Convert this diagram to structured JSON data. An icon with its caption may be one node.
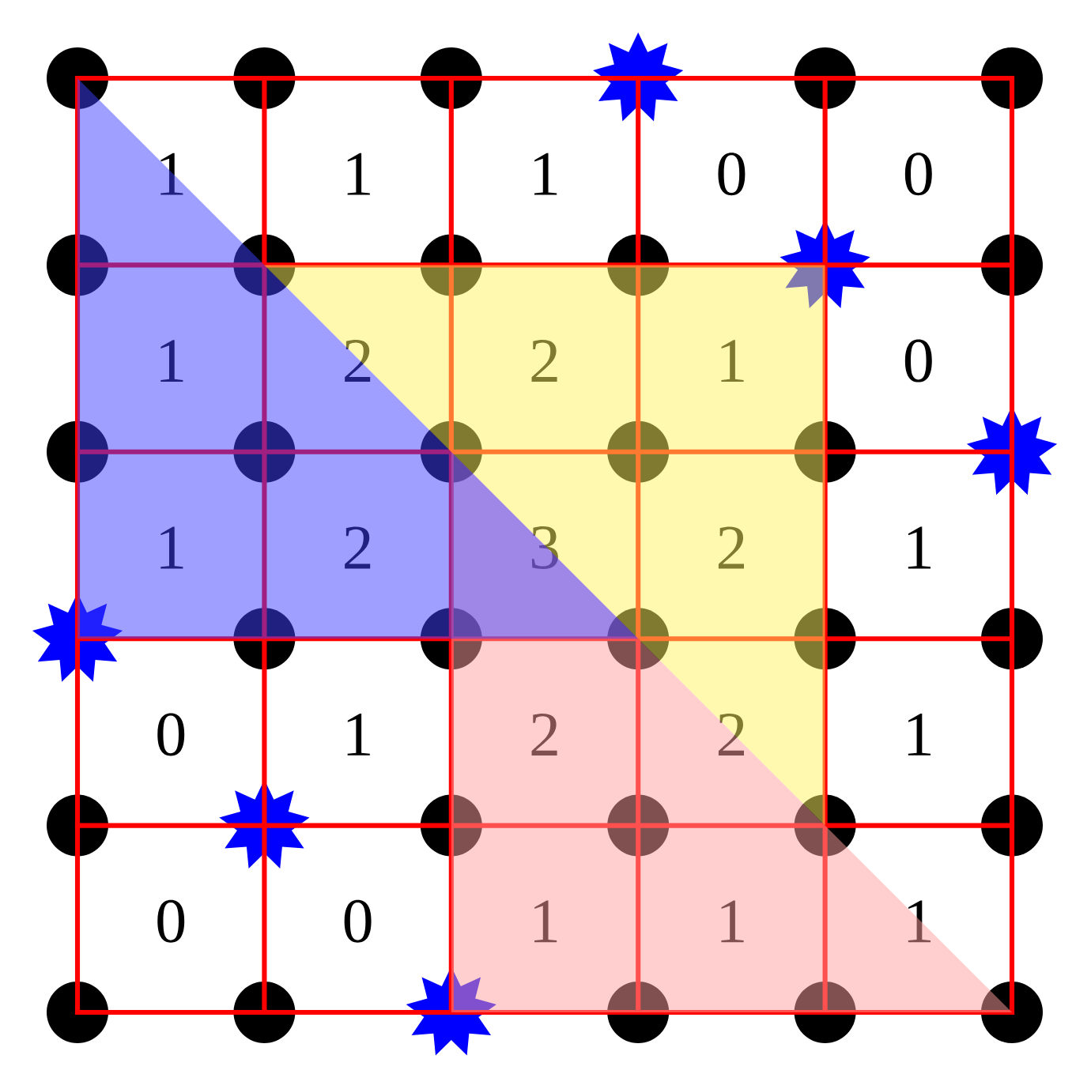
{
  "diagram": {
    "labels": [
      "1",
      "1",
      "1",
      "0",
      "0",
      "1",
      "2",
      "2",
      "1",
      "0",
      "1",
      "2",
      "3",
      "2",
      "1",
      "0",
      "1",
      "2",
      "2",
      "1",
      "0",
      "0",
      "1",
      "1",
      "1"
    ]
  }
}
